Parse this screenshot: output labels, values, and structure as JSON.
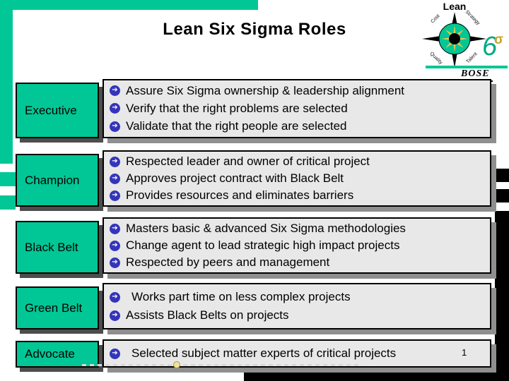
{
  "slide": {
    "title": "Lean Six Sigma Roles",
    "page_number": "1",
    "colors": {
      "accent_teal": "#00C795",
      "content_box_bg": "#E8E8E8",
      "bullet_blue": "#3434BB",
      "shadow_gray": "#8F8F8F",
      "sigma_gold": "#C9A227",
      "black": "#000000"
    },
    "icons": {
      "bullet": "circled-right-arrow",
      "logo": "lean-six-sigma-compass"
    },
    "logo": {
      "lean_label": "Lean",
      "compass_labels": {
        "nw": "Cost",
        "ne": "Strategy",
        "sw": "Quality",
        "se": "Talent"
      },
      "six": "6",
      "sigma": "σ",
      "brand": "BOSE"
    },
    "rows": [
      {
        "role": "Executive",
        "bullets": [
          "Assure Six Sigma ownership & leadership alignment",
          "Verify that the right problems are selected",
          "Validate that the right people are selected"
        ]
      },
      {
        "role": "Champion",
        "bullets": [
          "Respected leader and owner of critical project",
          "Approves project contract with Black Belt",
          "Provides resources and eliminates barriers"
        ]
      },
      {
        "role": "Black Belt",
        "bullets": [
          "Masters basic & advanced Six Sigma methodologies",
          "Change agent to lead strategic high impact projects",
          "Respected by peers and management"
        ]
      },
      {
        "role": "Green Belt",
        "bullets": [
          "Works part time on less complex projects",
          "Assists Black Belts on projects"
        ]
      },
      {
        "role": "Advocate",
        "bullets": [
          "Selected subject matter experts of critical projects"
        ]
      }
    ]
  }
}
